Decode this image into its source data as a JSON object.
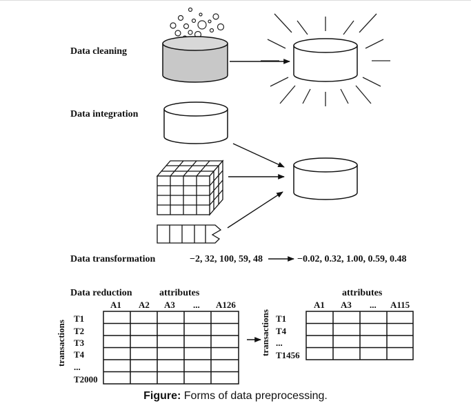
{
  "sections": {
    "cleaning_label": "Data cleaning",
    "integration_label": "Data integration",
    "transformation_label": "Data transformation",
    "reduction_label": "Data reduction"
  },
  "transformation": {
    "input_values": "−2, 32, 100, 59, 48",
    "output_values": "−0.02, 0.32, 1.00, 0.59, 0.48"
  },
  "reduction": {
    "left_table": {
      "attributes_label": "attributes",
      "transactions_label": "transactions",
      "columns": [
        "A1",
        "A2",
        "A3",
        "...",
        "A126"
      ],
      "rows": [
        "T1",
        "T2",
        "T3",
        "T4",
        "...",
        "T2000"
      ]
    },
    "right_table": {
      "attributes_label": "attributes",
      "transactions_label": "transactions",
      "columns": [
        "A1",
        "A3",
        "...",
        "A115"
      ],
      "rows": [
        "T1",
        "T4",
        "...",
        "T1456"
      ]
    }
  },
  "caption": {
    "bold": "Figure:",
    "text": " Forms of data preprocessing."
  }
}
